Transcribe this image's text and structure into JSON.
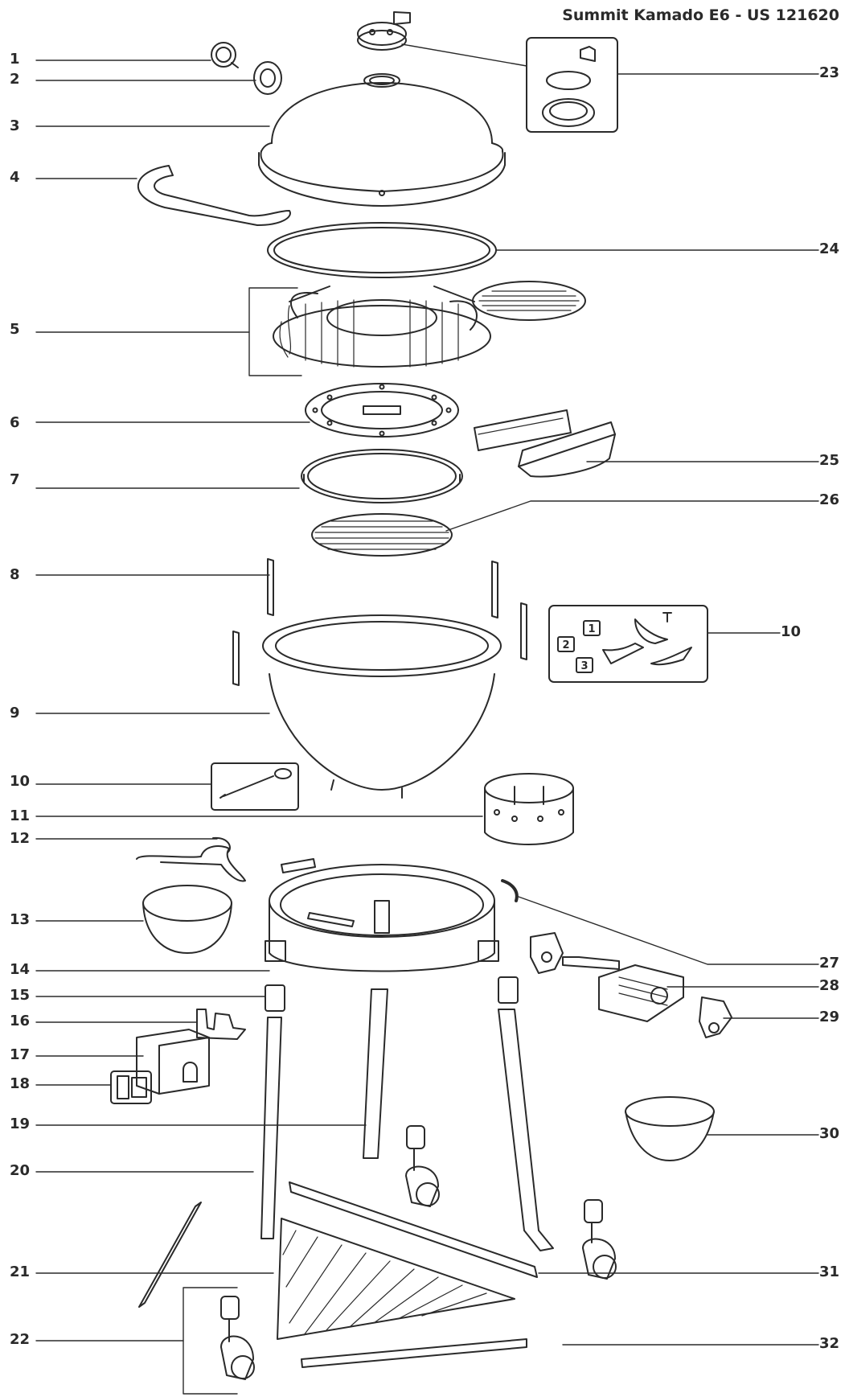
{
  "title": "Summit Kamado E6 - US 121620",
  "left_labels": [
    "1",
    "2",
    "3",
    "4",
    "5",
    "6",
    "7",
    "8",
    "9",
    "10",
    "11",
    "12",
    "13",
    "14",
    "15",
    "16",
    "17",
    "18",
    "19",
    "20",
    "21",
    "22"
  ],
  "right_labels": [
    "23",
    "24",
    "25",
    "26",
    "10",
    "27",
    "28",
    "29",
    "30",
    "31",
    "32"
  ],
  "inset_numbers": [
    "1",
    "2",
    "3"
  ]
}
